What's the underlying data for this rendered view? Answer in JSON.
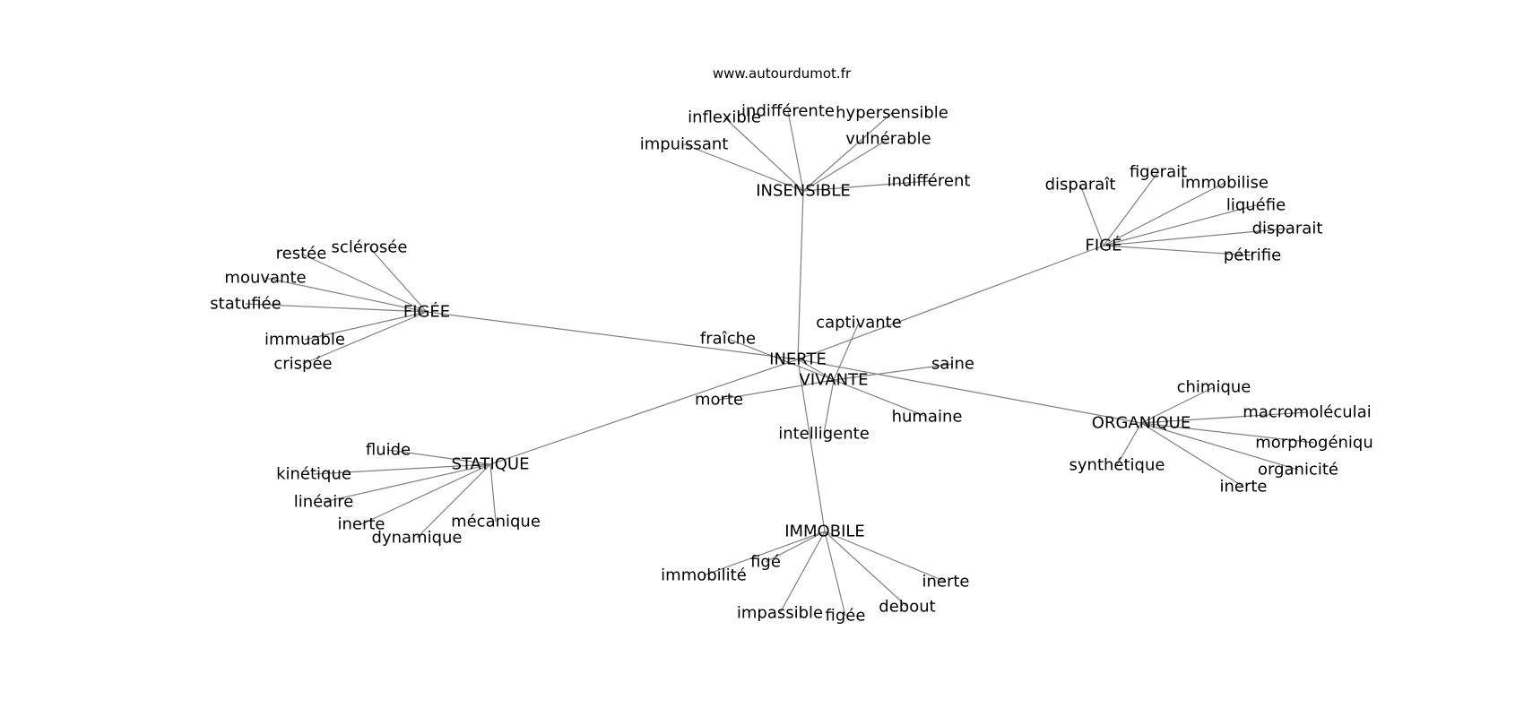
{
  "source": "www.autourdumot.fr",
  "nodes": [
    {
      "id": "inerte_c",
      "label": "INERTE"
    },
    {
      "id": "vivante",
      "label": "VIVANTE"
    },
    {
      "id": "insensible",
      "label": "INSENSIBLE"
    },
    {
      "id": "figee_h",
      "label": "FIGÉE"
    },
    {
      "id": "fige_h",
      "label": "FIGÉ"
    },
    {
      "id": "statique",
      "label": "STATIQUE"
    },
    {
      "id": "organique",
      "label": "ORGANIQUE"
    },
    {
      "id": "immobile",
      "label": "IMMOBILE"
    },
    {
      "id": "inflexible",
      "label": "inflexible"
    },
    {
      "id": "indifferente",
      "label": "indifférente"
    },
    {
      "id": "hypersensible",
      "label": "hypersensible"
    },
    {
      "id": "vulnerable",
      "label": "vulnérable"
    },
    {
      "id": "impuissant",
      "label": "impuissant"
    },
    {
      "id": "indifferent",
      "label": "indifférent"
    },
    {
      "id": "restee",
      "label": "restée"
    },
    {
      "id": "sclerosee",
      "label": "sclérosée"
    },
    {
      "id": "mouvante",
      "label": "mouvante"
    },
    {
      "id": "statufiee",
      "label": "statufiée"
    },
    {
      "id": "immuable",
      "label": "immuable"
    },
    {
      "id": "crispee",
      "label": "crispée"
    },
    {
      "id": "disparait_a",
      "label": "disparaît"
    },
    {
      "id": "figerait",
      "label": "figerait"
    },
    {
      "id": "immobilise",
      "label": "immobilise"
    },
    {
      "id": "liquefie",
      "label": "liquéfie"
    },
    {
      "id": "disparait_b",
      "label": "disparait"
    },
    {
      "id": "petrifie",
      "label": "pétrifie"
    },
    {
      "id": "fraiche",
      "label": "fraîche"
    },
    {
      "id": "captivante",
      "label": "captivante"
    },
    {
      "id": "saine",
      "label": "saine"
    },
    {
      "id": "morte",
      "label": "morte"
    },
    {
      "id": "humaine",
      "label": "humaine"
    },
    {
      "id": "intelligente",
      "label": "intelligente"
    },
    {
      "id": "fluide",
      "label": "fluide"
    },
    {
      "id": "kinetique",
      "label": "kinétique"
    },
    {
      "id": "lineaire",
      "label": "linéaire"
    },
    {
      "id": "inerte_s",
      "label": "inerte"
    },
    {
      "id": "dynamique",
      "label": "dynamique"
    },
    {
      "id": "mecanique",
      "label": "mécanique"
    },
    {
      "id": "chimique",
      "label": "chimique"
    },
    {
      "id": "macromoleculaire",
      "label": "macromoléculai"
    },
    {
      "id": "morphogenique",
      "label": "morphogéniqu"
    },
    {
      "id": "synthetique",
      "label": "synthétique"
    },
    {
      "id": "organicite",
      "label": "organicité"
    },
    {
      "id": "inerte_o",
      "label": "inerte"
    },
    {
      "id": "fige_i",
      "label": "figé"
    },
    {
      "id": "immobilite",
      "label": "immobilité"
    },
    {
      "id": "inerte_i",
      "label": "inerte"
    },
    {
      "id": "impassible",
      "label": "impassible"
    },
    {
      "id": "figee_i",
      "label": "figée"
    },
    {
      "id": "debout",
      "label": "debout"
    }
  ],
  "edges": [
    [
      "inerte_c",
      "insensible"
    ],
    [
      "inerte_c",
      "figee_h"
    ],
    [
      "inerte_c",
      "fige_h"
    ],
    [
      "inerte_c",
      "statique"
    ],
    [
      "inerte_c",
      "organique"
    ],
    [
      "inerte_c",
      "immobile"
    ],
    [
      "inerte_c",
      "vivante"
    ],
    [
      "insensible",
      "inflexible"
    ],
    [
      "insensible",
      "indifferente"
    ],
    [
      "insensible",
      "hypersensible"
    ],
    [
      "insensible",
      "vulnerable"
    ],
    [
      "insensible",
      "impuissant"
    ],
    [
      "insensible",
      "indifferent"
    ],
    [
      "figee_h",
      "restee"
    ],
    [
      "figee_h",
      "sclerosee"
    ],
    [
      "figee_h",
      "mouvante"
    ],
    [
      "figee_h",
      "statufiee"
    ],
    [
      "figee_h",
      "immuable"
    ],
    [
      "figee_h",
      "crispee"
    ],
    [
      "fige_h",
      "disparait_a"
    ],
    [
      "fige_h",
      "figerait"
    ],
    [
      "fige_h",
      "immobilise"
    ],
    [
      "fige_h",
      "liquefie"
    ],
    [
      "fige_h",
      "disparait_b"
    ],
    [
      "fige_h",
      "petrifie"
    ],
    [
      "vivante",
      "fraiche"
    ],
    [
      "vivante",
      "captivante"
    ],
    [
      "vivante",
      "saine"
    ],
    [
      "vivante",
      "morte"
    ],
    [
      "vivante",
      "humaine"
    ],
    [
      "vivante",
      "intelligente"
    ],
    [
      "statique",
      "fluide"
    ],
    [
      "statique",
      "kinetique"
    ],
    [
      "statique",
      "lineaire"
    ],
    [
      "statique",
      "inerte_s"
    ],
    [
      "statique",
      "dynamique"
    ],
    [
      "statique",
      "mecanique"
    ],
    [
      "organique",
      "chimique"
    ],
    [
      "organique",
      "macromoleculaire"
    ],
    [
      "organique",
      "morphogenique"
    ],
    [
      "organique",
      "synthetique"
    ],
    [
      "organique",
      "organicite"
    ],
    [
      "organique",
      "inerte_o"
    ],
    [
      "immobile",
      "fige_i"
    ],
    [
      "immobile",
      "immobilite"
    ],
    [
      "immobile",
      "inerte_i"
    ],
    [
      "immobile",
      "impassible"
    ],
    [
      "immobile",
      "figee_i"
    ],
    [
      "immobile",
      "debout"
    ]
  ]
}
